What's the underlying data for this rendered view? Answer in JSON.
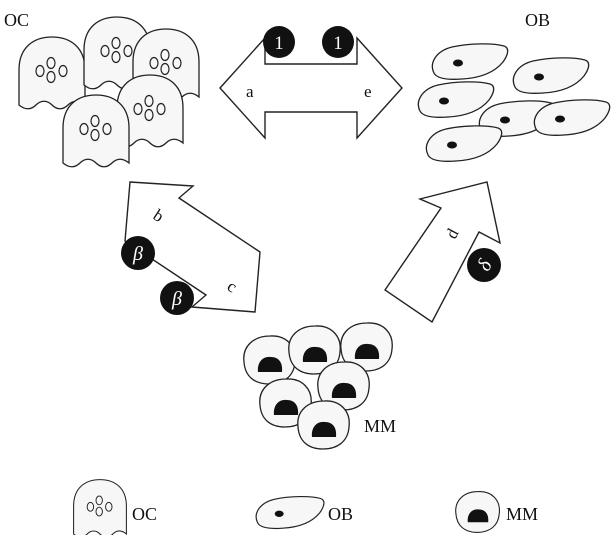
{
  "labels": {
    "oc_cluster": "OC",
    "ob_cluster": "OB",
    "mm_cluster": "MM"
  },
  "arrows": {
    "top": {
      "left_end": "a",
      "right_end": "e",
      "badges": [
        "1",
        "1"
      ]
    },
    "left": {
      "upper_end": "b",
      "lower_end": "c",
      "badges": [
        "β",
        "β"
      ]
    },
    "right": {
      "label": "d",
      "badge": "δ"
    }
  },
  "legend": [
    {
      "cell": "osteoclast",
      "label": "OC"
    },
    {
      "cell": "osteoblast",
      "label": "OB"
    },
    {
      "cell": "myeloma",
      "label": "MM"
    }
  ],
  "colors": {
    "badge_fill": "#111111",
    "cell_fill": "#f7f7f7",
    "stroke": "#222222"
  }
}
